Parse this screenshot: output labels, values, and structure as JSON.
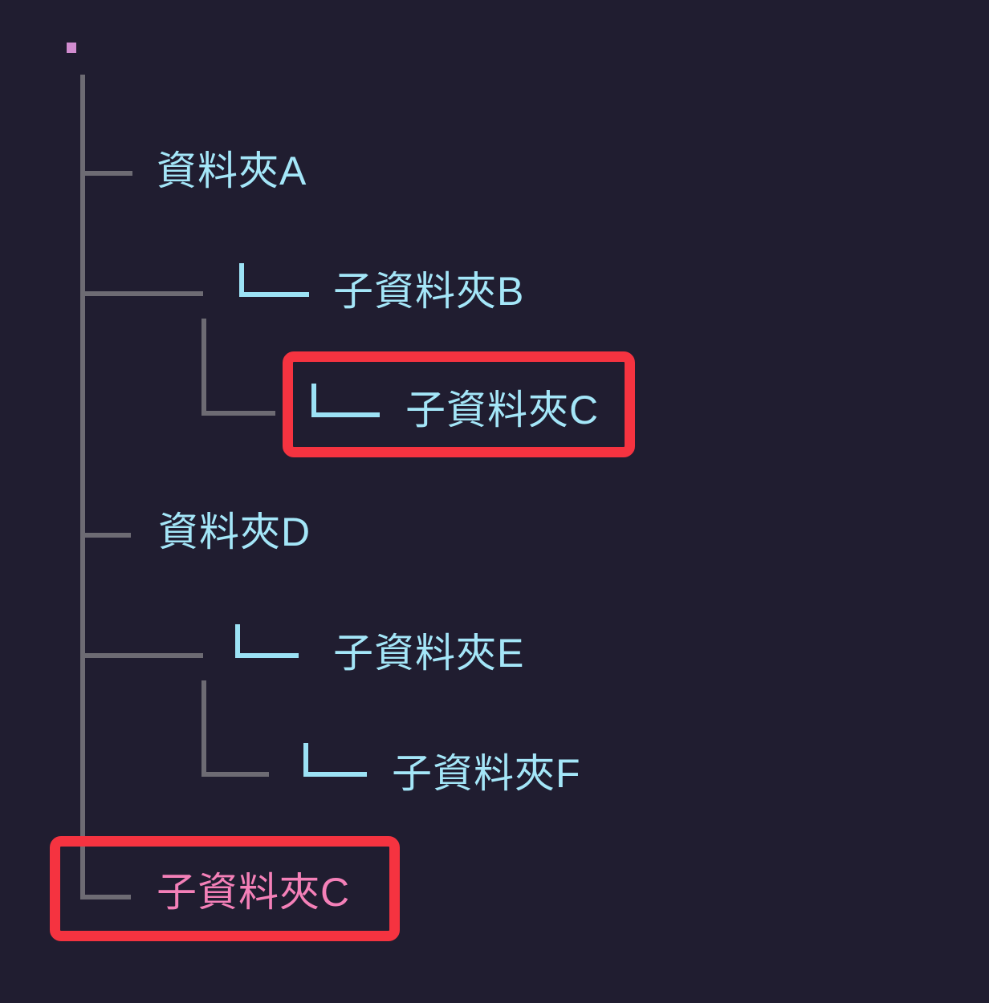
{
  "diagram": {
    "type": "folder-tree",
    "background_color": "#201d30",
    "tree_line_color": "#6d6b73",
    "node_text_color": "#a4e6f8",
    "connector_color": "#9ce2f5",
    "highlight_box_color": "#f53340",
    "duplicate_node_text_color": "#f480b8",
    "root_marker_color": "#d18ccf",
    "nodes": [
      {
        "label": "資料夾A",
        "depth": 1,
        "highlighted": false
      },
      {
        "label": "子資料夾B",
        "depth": 2,
        "highlighted": false
      },
      {
        "label": "子資料夾C",
        "depth": 3,
        "highlighted": true
      },
      {
        "label": "資料夾D",
        "depth": 1,
        "highlighted": false
      },
      {
        "label": "子資料夾E",
        "depth": 2,
        "highlighted": false
      },
      {
        "label": "子資料夾F",
        "depth": 3,
        "highlighted": false
      },
      {
        "label": "子資料夾C",
        "depth": 1,
        "highlighted": true
      }
    ]
  }
}
